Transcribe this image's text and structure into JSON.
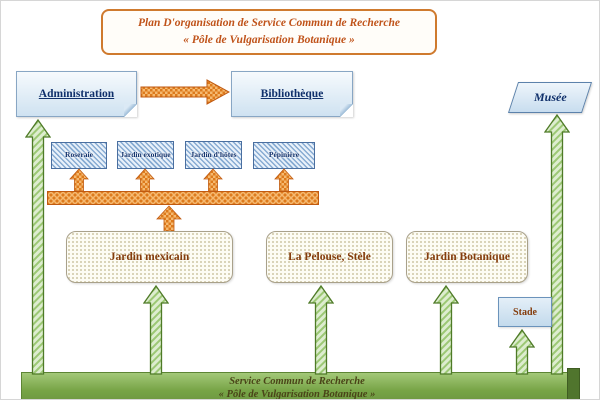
{
  "title": {
    "line1": "Plan D'organisation de  Service Commun de Recherche",
    "line2": "« Pôle de Vulgarisation Botanique »"
  },
  "nodes": {
    "administration": "Administration",
    "bibliotheque": "Bibliothèque",
    "musee": "Musée",
    "jardin_mexicain": "Jardin mexicain",
    "pelouse": "La Pelouse, Stèle",
    "jardin_botanique": "Jardin Botanique",
    "stade": "Stade"
  },
  "garden_units": [
    {
      "label": "Roseraie"
    },
    {
      "label": "Jardin exotique"
    },
    {
      "label": "Jardin d'hôtes"
    },
    {
      "label": "Pépinière"
    }
  ],
  "footer": {
    "line1": "Service Commun de Recherche",
    "line2": "« Pôle de Vulgarisation Botanique »"
  },
  "colors": {
    "title_orange": "#c0531a",
    "navy": "#10306b",
    "brown": "#843c0c",
    "arrow_green_stroke": "#4e7a27",
    "arrow_orange": "#dd7a1c",
    "footer_green": "#77a446"
  }
}
